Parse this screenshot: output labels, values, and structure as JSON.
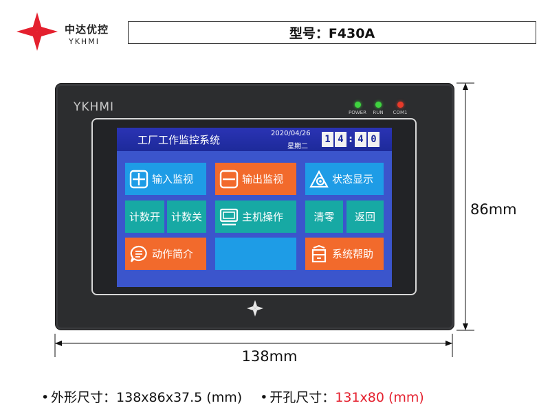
{
  "header": {
    "logo_cn": "中达优控",
    "logo_en": "YKHMI",
    "model_label": "型号：F430A"
  },
  "device": {
    "brand": "YKHMI",
    "leds": [
      {
        "label": "POWER",
        "color": "#3fd33f"
      },
      {
        "label": "RUN",
        "color": "#3fd33f"
      },
      {
        "label": "COM1",
        "color": "#e83a2a"
      }
    ]
  },
  "screen": {
    "title": "工厂工作监控系统",
    "date": "2020/04/26",
    "weekday": "星期二",
    "clock": [
      "1",
      "4",
      "4",
      "0"
    ],
    "buttons": {
      "input_monitor": "输入监视",
      "output_monitor": "输出监视",
      "status_display": "状态显示",
      "count_on": "计数开",
      "count_off": "计数关",
      "host_operation": "主机操作",
      "clear": "清零",
      "back": "返回",
      "action_intro": "动作简介",
      "system_help": "系统帮助"
    }
  },
  "dimensions": {
    "height": "86mm",
    "width": "138mm"
  },
  "specs": {
    "outer_label": "外形尺寸：",
    "outer_value": "138x86x37.5 (mm)",
    "cutout_label": "开孔尺寸：",
    "cutout_value": "131x80 (mm)"
  },
  "colors": {
    "accent_red": "#e4202e",
    "button_blue": "#1e9ce6",
    "button_orange": "#f26a2c",
    "button_teal": "#17a9a4",
    "screen_bg": "#3b55cc"
  }
}
